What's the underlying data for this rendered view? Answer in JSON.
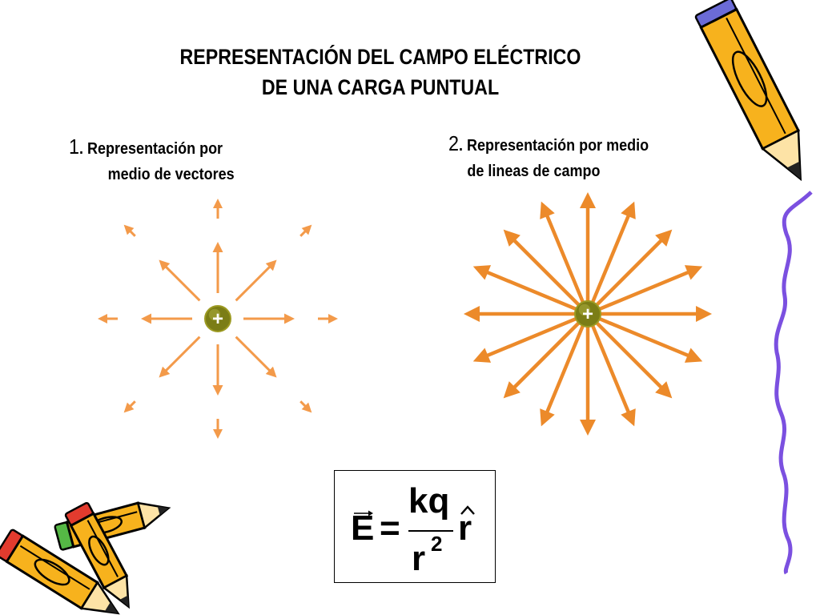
{
  "slide": {
    "title_line1": "REPRESENTACIÓN DEL CAMPO ELÉCTRICO",
    "title_line2": "DE UNA CARGA PUNTUAL"
  },
  "section1": {
    "number": "1",
    "line1": ". Representación por",
    "line2": "medio de vectores"
  },
  "section2": {
    "number": "2",
    "line1": ". Representación por medio",
    "line2": "de lineas de campo"
  },
  "diagram1": {
    "charge_symbol": "+",
    "arrow_color": "#f39a4a",
    "charge_color": "#7b7d16"
  },
  "diagram2": {
    "charge_symbol": "+",
    "arrow_color": "#ec8a2a",
    "charge_color": "#7b7d16"
  },
  "formula": {
    "lhs": "E",
    "equals": "=",
    "numerator": "kq",
    "denominator": "r",
    "denominator_exponent": "2",
    "unit_vector": "r"
  },
  "decorations": {
    "pencil_color": "#f7b21d",
    "squiggle_color": "#7b50e0"
  }
}
